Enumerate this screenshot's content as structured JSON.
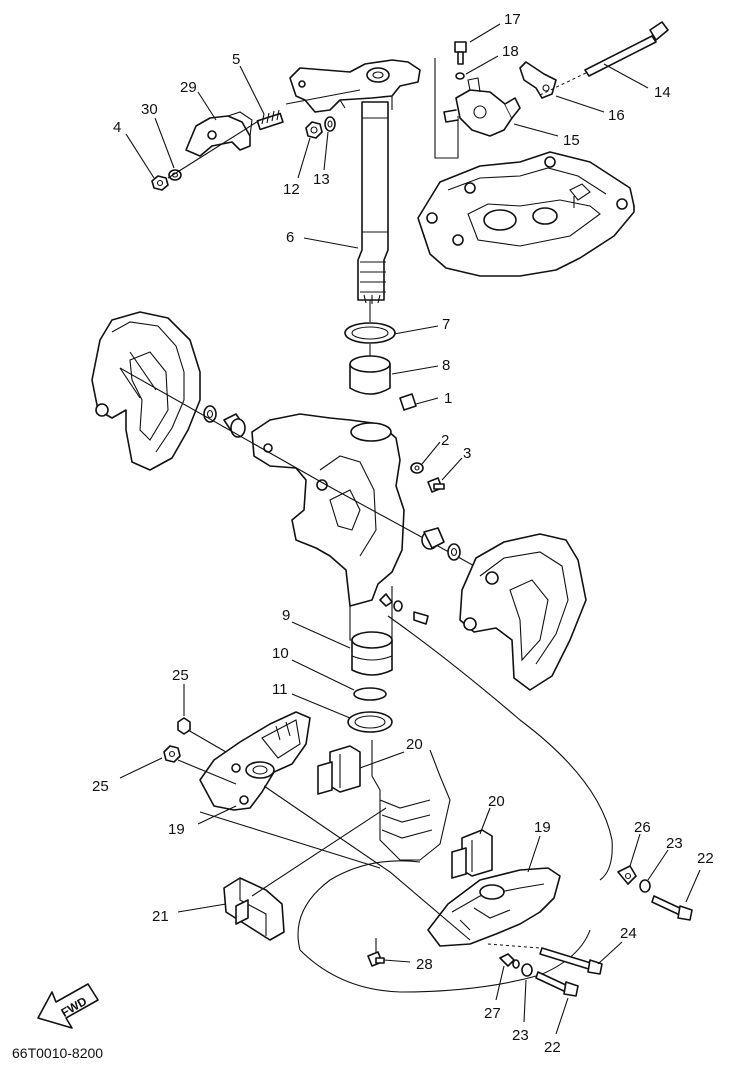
{
  "diagram": {
    "part_code": "66T0010-8200",
    "direction_label": "FWD",
    "callouts": {
      "c1": "1",
      "c2": "2",
      "c3": "3",
      "c4": "4",
      "c5": "5",
      "c6": "6",
      "c7": "7",
      "c8": "8",
      "c9": "9",
      "c10": "10",
      "c11": "11",
      "c12": "12",
      "c13": "13",
      "c14": "14",
      "c15": "15",
      "c16": "16",
      "c17": "17",
      "c18": "18",
      "c19a": "19",
      "c19b": "19",
      "c20a": "20",
      "c20b": "20",
      "c21": "21",
      "c22a": "22",
      "c22b": "22",
      "c23a": "23",
      "c23b": "23",
      "c24": "24",
      "c25a": "25",
      "c25b": "25",
      "c26": "26",
      "c27": "27",
      "c28": "28",
      "c29": "29",
      "c30": "30"
    }
  }
}
